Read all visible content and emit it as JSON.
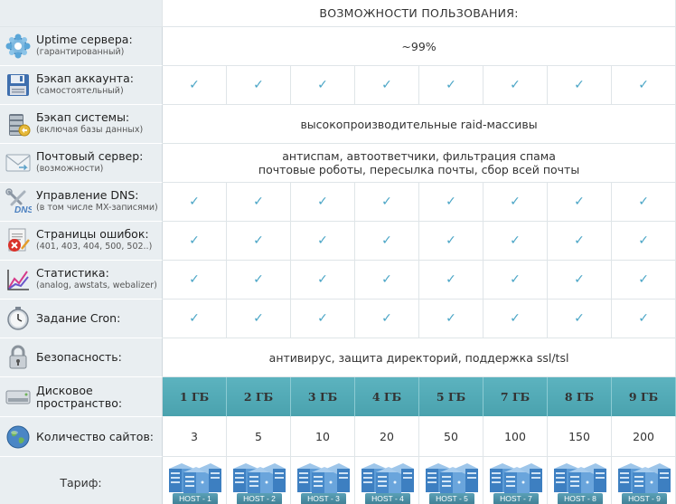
{
  "header": {
    "title": "ВОЗМОЖНОСТИ ПОЛЬЗОВАНИЯ:"
  },
  "rows": [
    {
      "icon": "network-icon",
      "label": "Uptime сервера:",
      "sub": "(гарантированный)",
      "type": "text",
      "text": [
        "~99%"
      ]
    },
    {
      "icon": "floppy-disk-icon",
      "label": "Бэкап аккаунта:",
      "sub": "(самостоятельный)",
      "type": "checks"
    },
    {
      "icon": "database-icon",
      "label": "Бэкап системы:",
      "sub": "(включая базы данных)",
      "type": "text",
      "text": [
        "высокопроизводительные raid-массивы"
      ]
    },
    {
      "icon": "mail-icon",
      "label": "Почтовый сервер:",
      "sub": "(возможности)",
      "type": "text",
      "text": [
        "антиспам, автоответчики, фильтрация спама",
        "почтовые роботы, пересылка почты, сбор всей почты"
      ]
    },
    {
      "icon": "dns-tools-icon",
      "label": "Управление DNS:",
      "sub": "(в том числе MX-записями)",
      "type": "checks"
    },
    {
      "icon": "error-page-icon",
      "label": "Страницы ошибок:",
      "sub": "(401, 403, 404, 500, 502..)",
      "type": "checks"
    },
    {
      "icon": "statistics-chart-icon",
      "label": "Статистика:",
      "sub": "(analog, awstats, webalizer)",
      "type": "checks"
    },
    {
      "icon": "clock-icon",
      "label": "Задание Cron:",
      "sub": "",
      "type": "checks"
    },
    {
      "icon": "lock-icon",
      "label": "Безопасность:",
      "sub": "",
      "type": "text",
      "text": [
        "антивирус, защита директорий, поддержка ssl/tsl"
      ]
    }
  ],
  "check_mark": "✓",
  "disk": {
    "label": "Дисковое пространство:",
    "values": [
      "1 ГБ",
      "2 ГБ",
      "3 ГБ",
      "4 ГБ",
      "5 ГБ",
      "7 ГБ",
      "8 ГБ",
      "9 ГБ"
    ]
  },
  "sites": {
    "label": "Количество сайтов:",
    "values": [
      "3",
      "5",
      "10",
      "20",
      "50",
      "100",
      "150",
      "200"
    ]
  },
  "tariff": {
    "label": "Тариф:",
    "plans": [
      "HOST - 1",
      "HOST - 2",
      "HOST - 3",
      "HOST - 4",
      "HOST - 5",
      "HOST - 7",
      "HOST - 8",
      "HOST - 9"
    ]
  },
  "colors": {
    "accent": "#2d8fb7",
    "check": "#4aa5c6",
    "disk_bg": "#50a8b4",
    "label_bg": "#e9eef1"
  }
}
